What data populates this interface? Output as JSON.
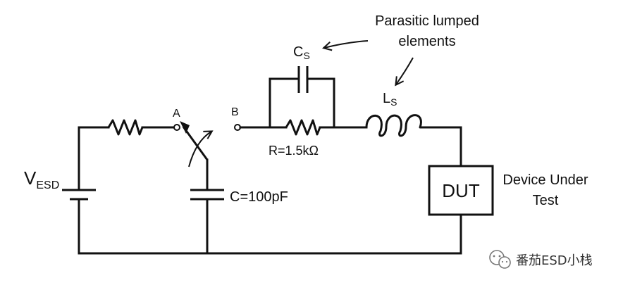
{
  "diagram": {
    "source_label": {
      "main": "V",
      "sub": "ESD"
    },
    "switch_terminals": {
      "a": "A",
      "b": "B"
    },
    "capacitor_label": "C=100pF",
    "resistor_label": "R=1.5kΩ",
    "parasitic_capacitor_label": {
      "main": "C",
      "sub": "S"
    },
    "parasitic_inductor_label": {
      "main": "L",
      "sub": "S"
    },
    "dut_label": "DUT",
    "dut_description": [
      "Device Under",
      "Test"
    ],
    "parasitic_note": [
      "Parasitic lumped",
      "elements"
    ]
  },
  "watermark": {
    "text": "番茄ESD小栈",
    "icon": "wechat-icon"
  }
}
